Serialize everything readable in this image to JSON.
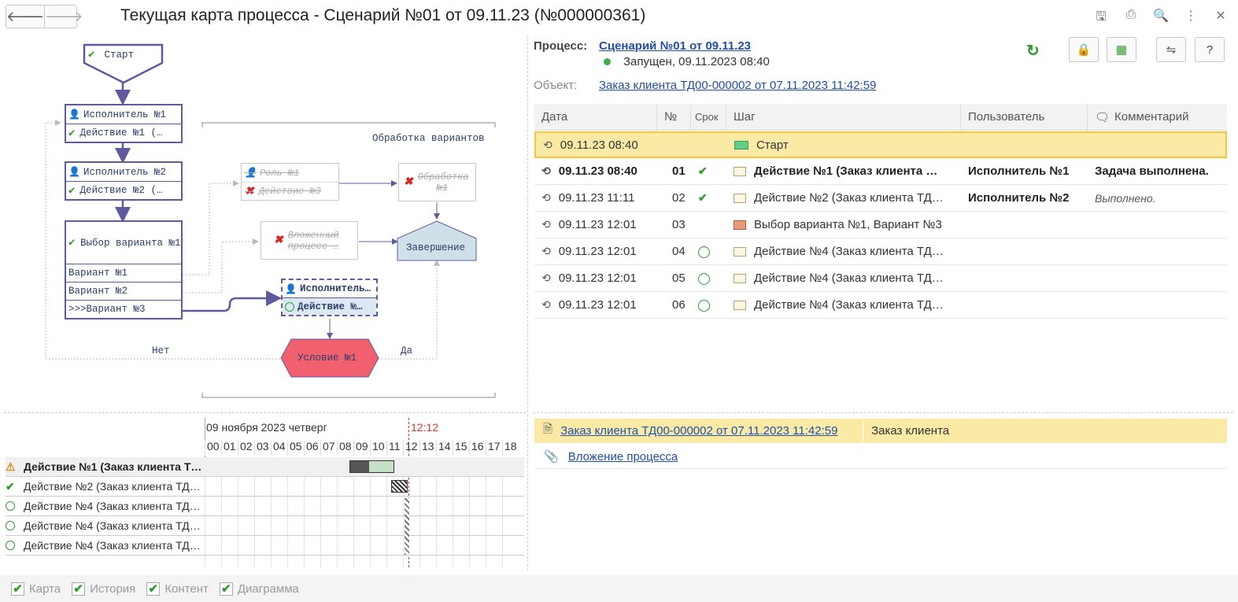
{
  "window": {
    "title": "Текущая карта процесса - Сценарий №01 от 09.11.23 (№000000361)",
    "back_icon": "arrow-left-icon",
    "forward_icon": "arrow-right-icon"
  },
  "toolbar_icons": [
    "save-icon",
    "print-icon",
    "preview-icon",
    "more-icon",
    "close-icon"
  ],
  "map": {
    "start": "Старт",
    "node1_role": "Исполнитель №1",
    "node1_action": "Действие №1 (…",
    "node2_role": "Исполнитель №2",
    "node2_action": "Действие №2 (…",
    "choice_title": "Выбор варианта №1",
    "variant1": "Вариант №1",
    "variant2": "Вариант №2",
    "variant3": ">>>Вариант №3",
    "group_label": "Обработка вариантов",
    "ghost_role": "Роль №1",
    "ghost_action": "Действие №3",
    "ghost_processing": "Обработка №1",
    "ghost_nested": "Вложенный процесс …",
    "finish": "Завершение",
    "node4_role": "Исполнитель…",
    "node4_action": "Действие №…",
    "condition": "Условие №1",
    "no_label": "Нет",
    "yes_label": "Да"
  },
  "process": {
    "process_label": "Процесс:",
    "process_link": "Сценарий №01 от 09.11.23",
    "status": "Запущен, 09.11.2023 08:40",
    "status_color": "#3cb043",
    "object_label": "Объект:",
    "object_link": "Заказ клиента ТД00-000002 от 07.11.2023 11:42:59"
  },
  "history": {
    "columns": [
      "Дата",
      "№",
      "Срок",
      "Шаг",
      "Пользователь",
      "Комментарий"
    ],
    "rows": [
      {
        "date": "09.11.23 08:40",
        "num": "",
        "term": "",
        "step": "Старт",
        "user": "",
        "comment": "",
        "selected": true
      },
      {
        "date": "09.11.23 08:40",
        "num": "01",
        "term": "check",
        "step": "Действие №1 (Заказ клиента …",
        "user": "Исполнитель №1",
        "comment": "Задача выполнена.",
        "bold": true
      },
      {
        "date": "09.11.23 11:11",
        "num": "02",
        "term": "check",
        "step": "Действие №2 (Заказ клиента ТД…",
        "user": "Исполнитель №2",
        "comment": "Выполнено."
      },
      {
        "date": "09.11.23 12:01",
        "num": "03",
        "term": "",
        "step": "Выбор варианта №1, Вариант №3",
        "user": "",
        "comment": ""
      },
      {
        "date": "09.11.23 12:01",
        "num": "04",
        "term": "circle",
        "step": "Действие №4 (Заказ клиента ТД…",
        "user": "",
        "comment": ""
      },
      {
        "date": "09.11.23 12:01",
        "num": "05",
        "term": "circle",
        "step": "Действие №4 (Заказ клиента ТД…",
        "user": "",
        "comment": ""
      },
      {
        "date": "09.11.23 12:01",
        "num": "06",
        "term": "circle",
        "step": "Действие №4 (Заказ клиента ТД…",
        "user": "",
        "comment": ""
      }
    ]
  },
  "gantt": {
    "date_label": "09 ноября 2023 четверг",
    "now_label": "12:12",
    "hours": [
      "00",
      "01",
      "02",
      "03",
      "04",
      "05",
      "06",
      "07",
      "08",
      "09",
      "10",
      "11",
      "12",
      "13",
      "14",
      "15",
      "16",
      "17",
      "18"
    ],
    "rows": [
      {
        "icon": "warning",
        "label": "Действие №1 (Заказ клиента Т…",
        "bold": true
      },
      {
        "icon": "check",
        "label": "Действие №2 (Заказ клиента ТД…"
      },
      {
        "icon": "circle",
        "label": "Действие №4 (Заказ клиента ТД…"
      },
      {
        "icon": "circle",
        "label": "Действие №4 (Заказ клиента ТД…"
      },
      {
        "icon": "circle",
        "label": "Действие №4 (Заказ клиента ТД…"
      }
    ]
  },
  "content": {
    "row1_link": "Заказ клиента ТД00-000002 от 07.11.2023 11:42:59",
    "row1_type": "Заказ клиента",
    "row2_link": "Вложение процесса"
  },
  "footer": {
    "map": "Карта",
    "history": "История",
    "content": "Контент",
    "diagram": "Диаграмма"
  }
}
